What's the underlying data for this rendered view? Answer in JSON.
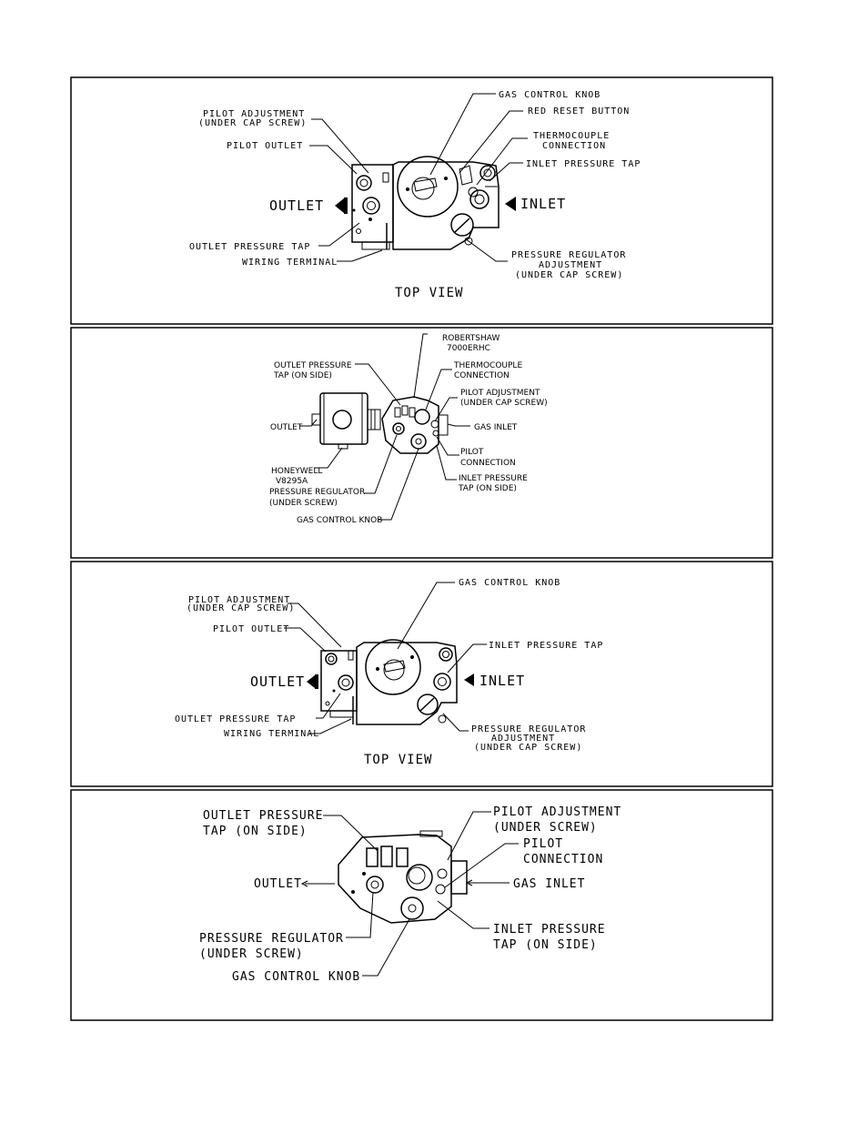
{
  "panel1": {
    "pilot_adjustment": "PILOT ADJUSTMENT",
    "pilot_adjustment_sub": "(UNDER CAP SCREW)",
    "pilot_outlet": "PILOT OUTLET",
    "outlet": "OUTLET",
    "outlet_pressure_tap": "OUTLET PRESSURE TAP",
    "wiring_terminal": "WIRING TERMINAL",
    "gas_control_knob": "GAS CONTROL KNOB",
    "red_reset_button": "RED RESET BUTTON",
    "thermocouple": "THERMOCOUPLE",
    "connection": "CONNECTION",
    "inlet_pressure_tap": "INLET PRESSURE TAP",
    "inlet": "INLET",
    "pressure_regulator": "PRESSURE REGULATOR",
    "adjustment": "ADJUSTMENT",
    "under_cap_screw": "(UNDER CAP SCREW)",
    "top_view": "TOP VIEW"
  },
  "panel2": {
    "robertshaw": "ROBERTSHAW",
    "model": "7000ERHC",
    "outlet_pressure": "OUTLET PRESSURE",
    "tap_on_side": "TAP (ON SIDE)",
    "thermocouple": "THERMOCOUPLE",
    "connection": "CONNECTION",
    "pilot_adjustment": "PILOT ADJUSTMENT",
    "under_cap_screw": "(UNDER CAP SCREW)",
    "outlet": "OUTLET",
    "gas_inlet": "GAS INLET",
    "pilot": "PILOT",
    "pilot_connection": "CONNECTION",
    "honeywell": "HONEYWELL",
    "honeywell_model": "V8295A",
    "pressure_regulator": "PRESSURE REGULATOR",
    "under_screw": "(UNDER SCREW)",
    "inlet_pressure": "INLET PRESSURE",
    "inlet_tap_on_side": "TAP (ON SIDE)",
    "gas_control_knob": "GAS CONTROL KNOB"
  },
  "panel3": {
    "pilot_adjustment": "PILOT ADJUSTMENT",
    "pilot_adjustment_sub": "(UNDER CAP SCREW)",
    "pilot_outlet": "PILOT OUTLET",
    "gas_control_knob": "GAS CONTROL KNOB",
    "outlet": "OUTLET",
    "inlet": "INLET",
    "inlet_pressure_tap": "INLET PRESSURE TAP",
    "outlet_pressure_tap": "OUTLET PRESSURE TAP",
    "wiring_terminal": "WIRING TERMINAL",
    "pressure_regulator": "PRESSURE REGULATOR",
    "adjustment": "ADJUSTMENT",
    "under_cap_screw": "(UNDER CAP SCREW)",
    "top_view": "TOP VIEW"
  },
  "panel4": {
    "outlet_pressure": "OUTLET PRESSURE",
    "tap_on_side": "TAP (ON SIDE)",
    "pilot_adjustment": "PILOT ADJUSTMENT",
    "under_screw": "(UNDER SCREW)",
    "pilot": "PILOT",
    "connection": "CONNECTION",
    "outlet": "OUTLET",
    "gas_inlet": "GAS INLET",
    "pressure_regulator": "PRESSURE REGULATOR",
    "pr_under_screw": "(UNDER SCREW)",
    "inlet_pressure": "INLET PRESSURE",
    "inlet_tap_on_side": "TAP (ON SIDE)",
    "gas_control_knob": "GAS CONTROL KNOB"
  }
}
